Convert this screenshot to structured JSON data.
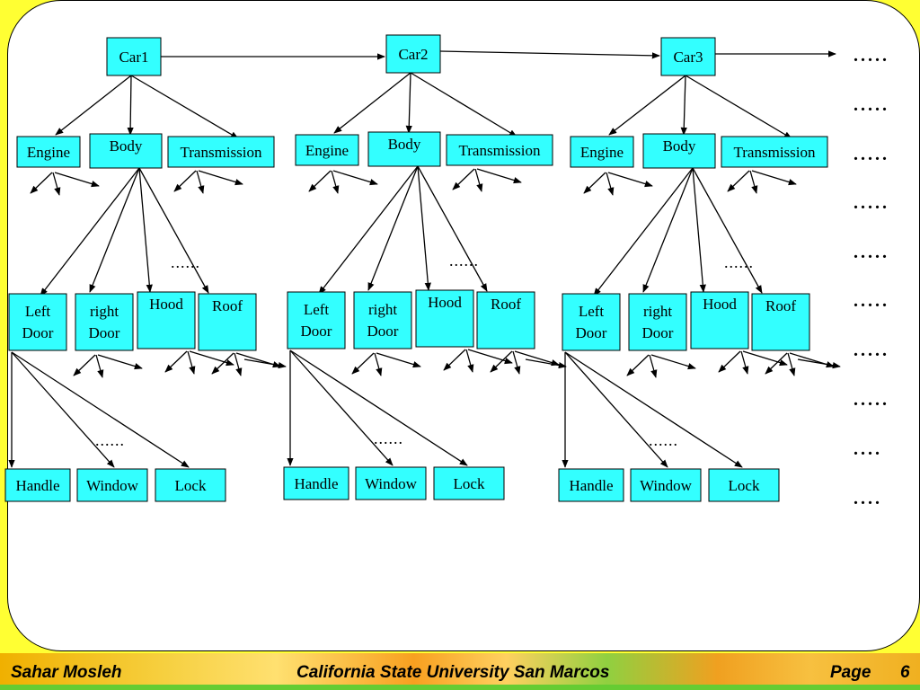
{
  "cars": [
    {
      "name": "Car1",
      "parts": {
        "engine": "Engine",
        "body": "Body",
        "transmission": "Transmission"
      },
      "body_parts": {
        "left_door": [
          "Left",
          "Door"
        ],
        "right_door": [
          "right",
          "Door"
        ],
        "hood": "Hood",
        "roof": "Roof",
        "ellipsis": "......"
      },
      "door_parts": {
        "handle": "Handle",
        "window": "Window",
        "lock": "Lock",
        "ellipsis": "......"
      }
    },
    {
      "name": "Car2",
      "parts": {
        "engine": "Engine",
        "body": "Body",
        "transmission": "Transmission"
      },
      "body_parts": {
        "left_door": [
          "Left",
          "Door"
        ],
        "right_door": [
          "right",
          "Door"
        ],
        "hood": "Hood",
        "roof": "Roof",
        "ellipsis": "......"
      },
      "door_parts": {
        "handle": "Handle",
        "window": "Window",
        "lock": "Lock",
        "ellipsis": "......"
      }
    },
    {
      "name": "Car3",
      "parts": {
        "engine": "Engine",
        "body": "Body",
        "transmission": "Transmission"
      },
      "body_parts": {
        "left_door": [
          "Left",
          "Door"
        ],
        "right_door": [
          "right",
          "Door"
        ],
        "hood": "Hood",
        "roof": "Roof",
        "ellipsis": "......"
      },
      "door_parts": {
        "handle": "Handle",
        "window": "Window",
        "lock": "Lock",
        "ellipsis": "......"
      }
    }
  ],
  "continuation_dots": [
    ".....",
    ".....",
    ".....",
    ".....",
    ".....",
    ".....",
    ".....",
    ".....",
    "....",
    "...."
  ],
  "footer": {
    "author": "Sahar Mosleh",
    "institution": "California State University San Marcos",
    "page_label": "Page",
    "page_number": "6"
  },
  "colors": {
    "node_fill": "#33ffff",
    "background": "#ffff33",
    "panel": "#ffffff"
  }
}
